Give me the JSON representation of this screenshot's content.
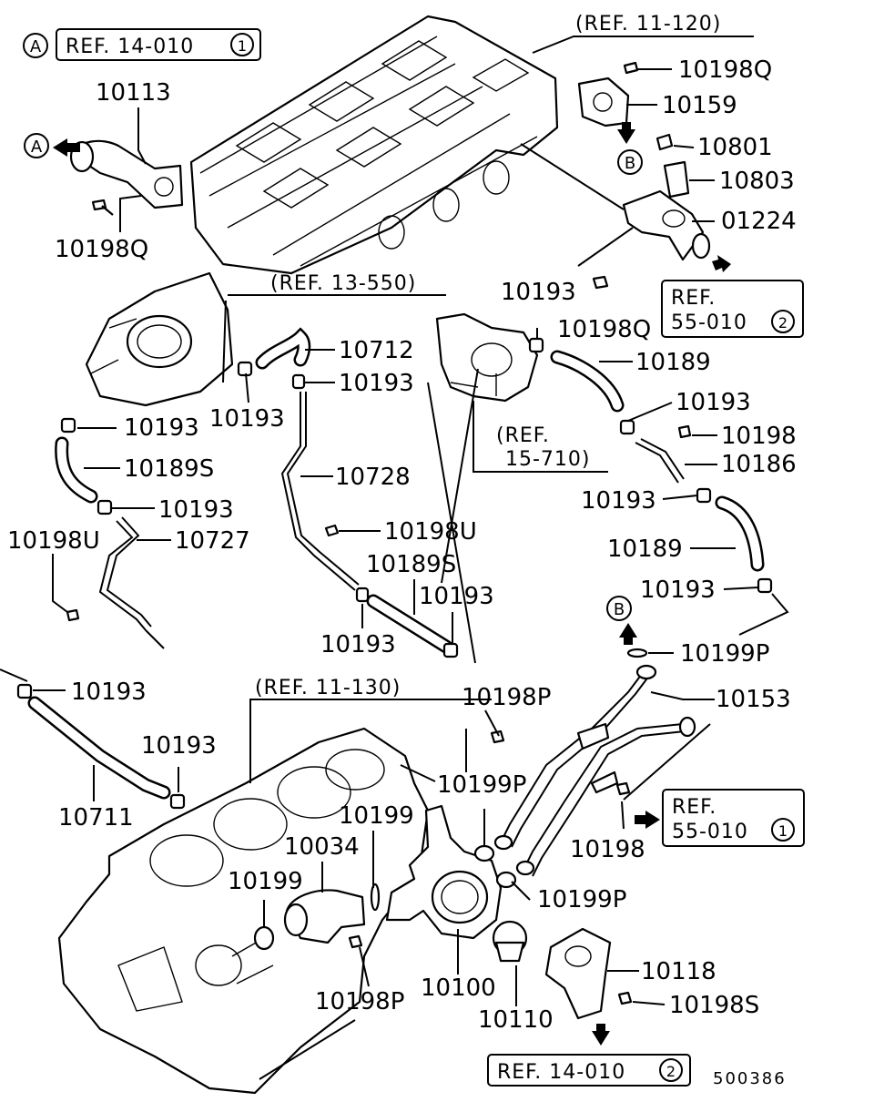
{
  "diagram_id": "500386",
  "refs": {
    "ref_14_010_1": "REF. 14-010",
    "ref_11_120": "(REF. 11-120)",
    "ref_13_550": "(REF. 13-550)",
    "ref_15_710_a": "(REF.",
    "ref_15_710_b": "15-710)",
    "ref_55_010_2_a": "REF.",
    "ref_55_010_2_b": "55-010",
    "ref_11_130": "(REF. 11-130)",
    "ref_55_010_1_a": "REF.",
    "ref_55_010_1_b": "55-010",
    "ref_14_010_2": "REF. 14-010"
  },
  "circles": {
    "a": "A",
    "b": "B",
    "one": "1",
    "two": "2"
  },
  "labels": {
    "p10113": "10113",
    "p10198Q_left": "10198Q",
    "p10198Q_top": "10198Q",
    "p10159": "10159",
    "p10801": "10801",
    "p10803": "10803",
    "p01224": "01224",
    "p10193_mid": "10193",
    "p10198Q_mid": "10198Q",
    "p10712": "10712",
    "p10193_712": "10193",
    "p10193_left1": "10193",
    "p10193_left2": "10193",
    "p10189_right1": "10189",
    "p10193_right1": "10193",
    "p10198_right": "10198",
    "p10186": "10186",
    "p10189S_left": "10189S",
    "p10728": "10728",
    "p10193_left3": "10193",
    "p10193_right2": "10193",
    "p10198U_left": "10198U",
    "p10727": "10727",
    "p10198U_mid": "10198U",
    "p10189_right2": "10189",
    "p10189S_mid": "10189S",
    "p10193_mid2": "10193",
    "p10193_right3": "10193",
    "p10193_mid3": "10193",
    "p10199P_top": "10199P",
    "p10193_lower1": "10193",
    "p10198P_top": "10198P",
    "p10153": "10153",
    "p10193_lower2": "10193",
    "p10199P_mid": "10199P",
    "p10711": "10711",
    "p10199_mid": "10199",
    "p10034": "10034",
    "p10198_lower": "10198",
    "p10199_left": "10199",
    "p10199P_lower": "10199P",
    "p10118": "10118",
    "p10100": "10100",
    "p10198P_lower": "10198P",
    "p10198S": "10198S",
    "p10110": "10110"
  }
}
